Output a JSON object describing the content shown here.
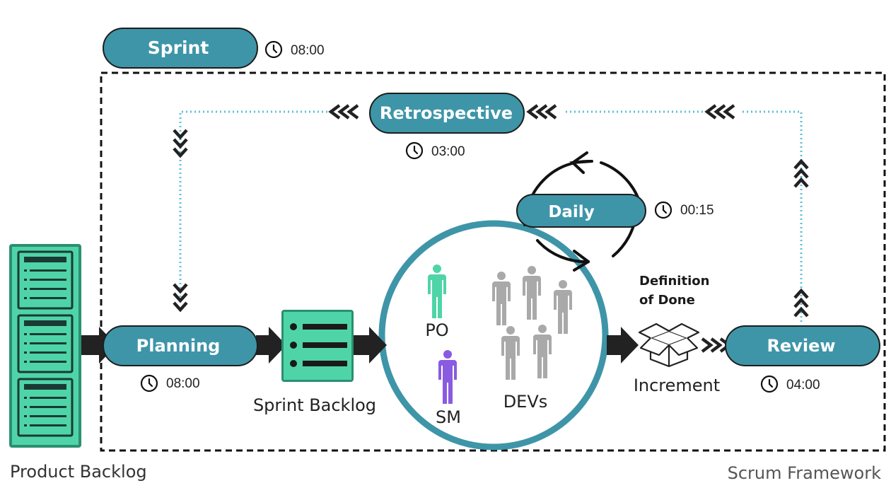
{
  "colors": {
    "pill": "#3e95a8",
    "pill_border": "#1d1d1d",
    "backlog_green": "#4fd4a8",
    "dotted_line": "#5ec0d8",
    "po_color": "#4fd4a8",
    "sm_color": "#8a5be0",
    "dev_color": "#a9a9a9",
    "circle_stroke": "#3e95a8",
    "arrow_dark": "#222222"
  },
  "sprint": {
    "label": "Sprint",
    "time": "08:00"
  },
  "retrospective": {
    "label": "Retrospective",
    "time": "03:00"
  },
  "daily": {
    "label": "Daily",
    "time": "00:15"
  },
  "planning": {
    "label": "Planning",
    "time": "08:00"
  },
  "review": {
    "label": "Review",
    "time": "04:00"
  },
  "sprint_backlog": {
    "label": "Sprint Backlog"
  },
  "team": {
    "po": "PO",
    "sm": "SM",
    "devs": "DEVs"
  },
  "definition_of_done": {
    "line1": "Definition",
    "line2": "of Done"
  },
  "increment": {
    "label": "Increment"
  },
  "product_backlog": {
    "label": "Product Backlog"
  },
  "framework": {
    "label": "Scrum Framework"
  },
  "icons": [
    "clock-icon",
    "list-icon",
    "box-icon",
    "person-icon",
    "cycle-arrow-icon"
  ]
}
